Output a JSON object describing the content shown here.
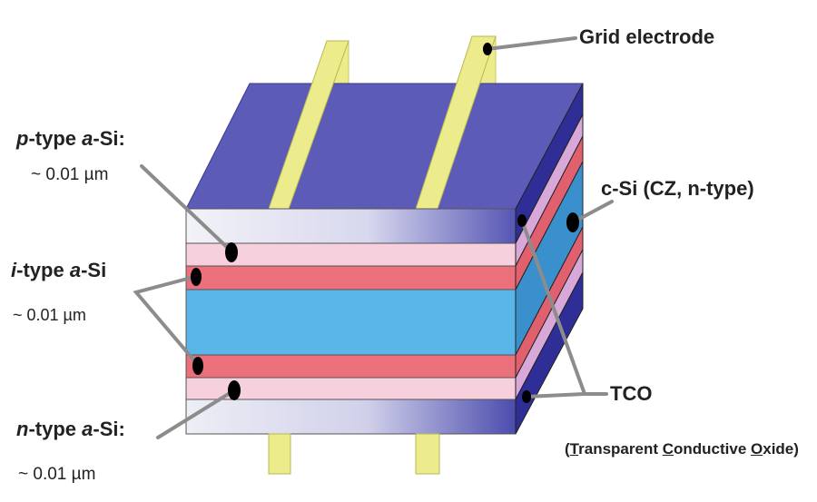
{
  "labels": {
    "grid_electrode": "Grid electrode",
    "c_si": "c-Si (CZ, n-type)",
    "tco": "TCO",
    "tco_full": {
      "open": "(",
      "t": "T",
      "ransparent": "ransparent ",
      "c": "C",
      "onductive": "onductive ",
      "o": "O",
      "xide": "xide)"
    },
    "p_type": {
      "prefix": "p",
      "mid": "-type ",
      "a": "a",
      "suffix": "-Si:",
      "thickness": "~ 0.01 µm"
    },
    "i_type": {
      "prefix": "i",
      "mid": "-type ",
      "a": "a",
      "suffix": "-Si",
      "thickness": "~ 0.01 µm"
    },
    "n_type": {
      "prefix": "n",
      "mid": "-type ",
      "a": "a",
      "suffix": "-Si:",
      "thickness": "~ 0.01 µm"
    }
  },
  "colors": {
    "top_face": "#5c5cb8",
    "side_dark": "#2e2e96",
    "tco_layer": "#e8e8f4",
    "a_si_pink": "#f6d0dc",
    "a_si_red": "#ec6f7c",
    "c_si_blue": "#5ab6e8",
    "grid_yellow": "#ecec8c",
    "leader": "#8c8c8c"
  }
}
